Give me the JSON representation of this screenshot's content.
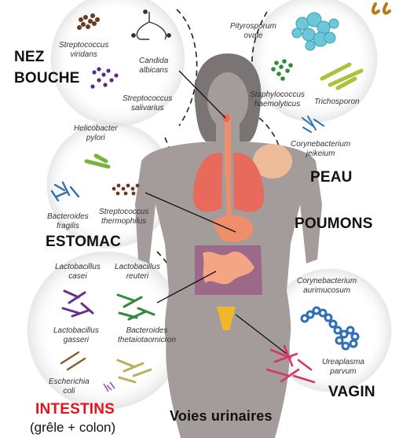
{
  "regions": {
    "nez_bouche_1": "NEZ",
    "nez_bouche_2": "BOUCHE",
    "estomac": "ESTOMAC",
    "intestins": "INTESTINS",
    "intestins_sub": "(grêle + colon)",
    "voies_urinaires": "Voies urinaires",
    "peau": "PEAU",
    "poumons": "POUMONS",
    "vagin": "VAGIN"
  },
  "bacteria": {
    "strep_viridans": [
      "Streptococcus",
      "viridans"
    ],
    "candida": [
      "Candida",
      "albicans"
    ],
    "strep_salivarius": [
      "Streptococcus",
      "salivarius"
    ],
    "helicobacter": [
      "Helicobacter",
      "pylori"
    ],
    "bacteroides_fragilis": [
      "Bacteroides",
      "fragilis"
    ],
    "strep_thermophilus": [
      "Streptococcus",
      "thermophilus"
    ],
    "lacto_casei": [
      "Lactobacillus",
      "casei"
    ],
    "lacto_reuteri": [
      "Lactobacillus",
      "reuteri"
    ],
    "lacto_gasseri": [
      "Lactobacillus",
      "gasseri"
    ],
    "bacteroides_theta": [
      "Bacteroides",
      "thetaiotaomicron"
    ],
    "escherichia": [
      "Escherichia",
      "coli"
    ],
    "pityrosporum": [
      "Pityrosporum",
      "ovale"
    ],
    "staph": [
      "Staphylococcus",
      "haemolyticus"
    ],
    "trichosporon": [
      "Trichosporon"
    ],
    "coryne_jeikeium": [
      "Corynebacterium",
      "jeikeium"
    ],
    "coryne_aurimucosum": [
      "Corynebacterium",
      "aurimucosum"
    ],
    "ureaplasma": [
      "Ureaplasma",
      "parvum"
    ]
  },
  "colors": {
    "body": "#8f8989",
    "lungs": "#e86a5c",
    "digestive": "#ef8f6a",
    "uterus": "#f2b62a",
    "skin_patch": "#f7c09a",
    "region_red": "#e4141c"
  }
}
